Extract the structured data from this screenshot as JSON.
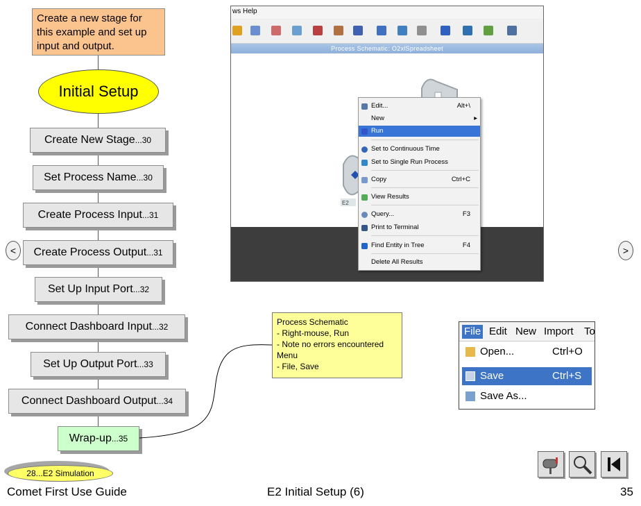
{
  "note_top": "Create a new stage for this example and set up input and output.",
  "setup_title": "Initial Setup",
  "steps": [
    {
      "label": "Create New Stage",
      "page": "...30"
    },
    {
      "label": "Set Process Name",
      "page": "...30"
    },
    {
      "label": "Create Process Input",
      "page": "...31"
    },
    {
      "label": "Create Process Output",
      "page": "...31"
    },
    {
      "label": "Set Up Input Port",
      "page": "...32"
    },
    {
      "label": "Connect Dashboard Input",
      "page": "...32"
    },
    {
      "label": "Set Up Output Port",
      "page": "...33"
    },
    {
      "label": "Connect Dashboard Output",
      "page": "...34"
    }
  ],
  "wrapup": {
    "label": "Wrap-up",
    "page": "...35"
  },
  "nav": {
    "prev": "<",
    "next": ">"
  },
  "screenshot": {
    "menu_text": "ws  Help",
    "title": "Process Schematic: O2xlSpreadsheet",
    "node_label": "E2",
    "context_menu": [
      {
        "label": "Edit...",
        "shortcut": "Alt+\\"
      },
      {
        "label": "New",
        "shortcut": "▸"
      },
      {
        "label": "Run",
        "shortcut": ""
      },
      {
        "label": "Set to Continuous Time",
        "shortcut": ""
      },
      {
        "label": "Set to Single Run Process",
        "shortcut": ""
      },
      {
        "label": "Copy",
        "shortcut": "Ctrl+C"
      },
      {
        "label": "View Results",
        "shortcut": ""
      },
      {
        "label": "Query...",
        "shortcut": "F3"
      },
      {
        "label": "Print to Terminal",
        "shortcut": ""
      },
      {
        "label": "Find Entity in Tree",
        "shortcut": "F4"
      },
      {
        "label": "Delete All Results",
        "shortcut": ""
      }
    ]
  },
  "note_yellow": [
    "Process Schematic",
    "- Right-mouse, Run",
    "- Note no errors encountered",
    "Menu",
    "- File, Save"
  ],
  "file_menu": {
    "bar": [
      "File",
      "Edit",
      "New",
      "Import",
      "To"
    ],
    "items": [
      {
        "label": "Open...",
        "shortcut": "Ctrl+O"
      },
      {
        "label": "Save",
        "shortcut": "Ctrl+S"
      },
      {
        "label": "Save As...",
        "shortcut": ""
      }
    ]
  },
  "bottom_link": "28...E2 Simulation",
  "footer": {
    "left": "Comet First Use Guide",
    "center": "E2 Initial Setup (6)",
    "page_number": "35"
  },
  "colors": {
    "orange_note": "#fbc48e",
    "ellipse": "#ffff00",
    "wrapup": "#ccffcc",
    "highlight": "#3875d7"
  }
}
